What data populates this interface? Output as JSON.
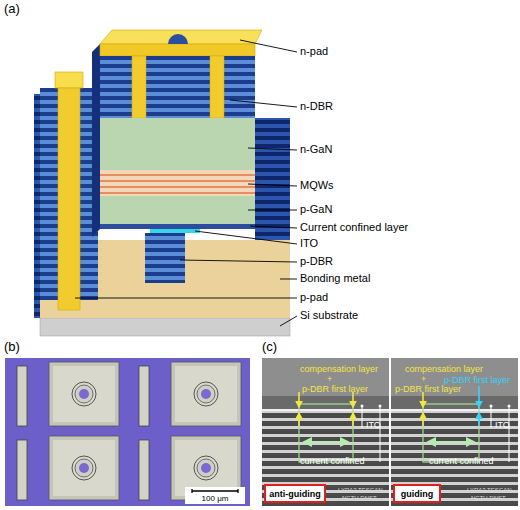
{
  "diagram": {
    "nodes": [
      {
        "text": [
          "anti-guiding"
        ]
      },
      {
        "text": [
          "guiding"
        ]
      },
      {
        "text": [
          "100 μm"
        ]
      }
    ],
    "labels": [
      "(a)",
      "n-pad",
      "n-DBR",
      "n-GaN",
      "MQWs",
      "p-GaN",
      "Current confined layer",
      "ITO",
      "p-DBR",
      "Bonding metal",
      "p-pad",
      "Si substrate",
      "(b)",
      "(c)",
      "compensation layer",
      "+",
      "p-DBR first layer",
      "ITO",
      "current confined",
      "compensation layer",
      "+",
      "p-DBR first layer",
      "p-DBR first layer",
      "ITO",
      "current confined",
      "LYRA3 TESCAN",
      "NCTU DNST",
      "LYRA3 TESCAN",
      "NCTU DNST"
    ]
  }
}
